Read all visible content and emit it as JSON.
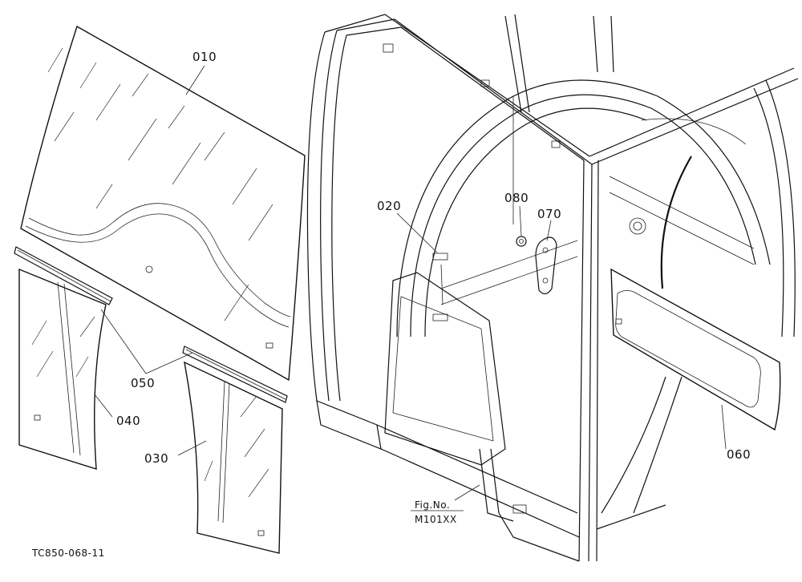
{
  "diagram": {
    "callouts": {
      "p010": "010",
      "p020": "020",
      "p030": "030",
      "p040": "040",
      "p050": "050",
      "p060": "060",
      "p070": "070",
      "p080": "080"
    },
    "figref": {
      "line1": "Fig.No.",
      "line2": "M101XX"
    },
    "drawing_code": "TC850-068-11"
  }
}
